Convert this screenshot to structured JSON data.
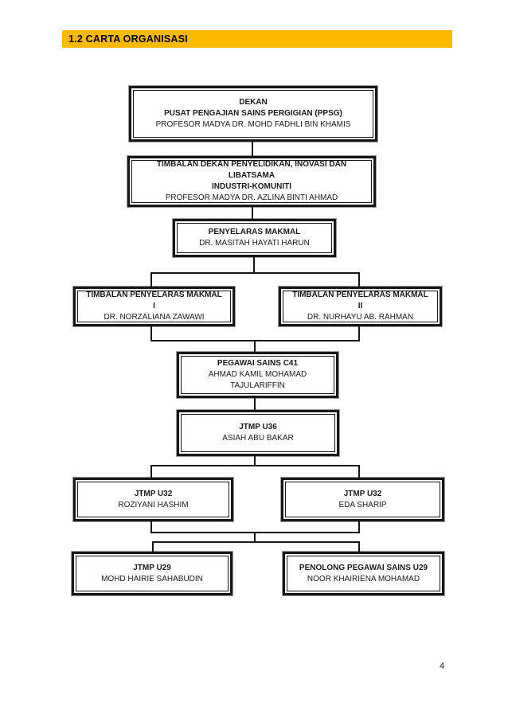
{
  "header": {
    "title": "1.2 CARTA ORGANISASI"
  },
  "page_number": "4",
  "colors": {
    "header_bg": "#FBB900",
    "box_border": "#161616",
    "box_shadow": "#9E9E9E",
    "connector": "#161616",
    "page_bg": "#FFFFFF"
  },
  "chart": {
    "type": "org-chart",
    "nodes": [
      {
        "id": "dekan",
        "title": "DEKAN",
        "title2": "PUSAT PENGAJIAN SAINS PERGIGIAN (PPSG)",
        "name": "PROFESOR MADYA DR. MOHD FADHLI BIN KHAMIS"
      },
      {
        "id": "timbalan-dekan",
        "title": "TIMBALAN DEKAN PENYELIDIKAN, INOVASI DAN LIBATSAMA",
        "title2": "INDUSTRI-KOMUNITI",
        "name": "PROFESOR MADYA DR. AZLINA BINTI AHMAD"
      },
      {
        "id": "penyelaras-makmal",
        "title": "PENYELARAS MAKMAL",
        "name": "DR. MASITAH HAYATI HARUN"
      },
      {
        "id": "timbalan-penyelaras-makmal-1",
        "title": "TIMBALAN PENYELARAS MAKMAL I",
        "name": "DR. NORZALIANA ZAWAWI"
      },
      {
        "id": "timbalan-penyelaras-makmal-2",
        "title": "TIMBALAN PENYELARAS MAKMAL II",
        "name": "DR. NURHAYU AB. RAHMAN"
      },
      {
        "id": "pegawai-sains-c41",
        "title": "PEGAWAI SAINS C41",
        "name": "AHMAD KAMIL MOHAMAD",
        "name2": "TAJULARIFFIN"
      },
      {
        "id": "jtmp-u36",
        "title": "JTMP U36",
        "name": "ASIAH ABU BAKAR"
      },
      {
        "id": "jtmp-u32-1",
        "title": "JTMP U32",
        "name": "ROZIYANI HASHIM"
      },
      {
        "id": "jtmp-u32-2",
        "title": "JTMP U32",
        "name": "EDA SHARIP"
      },
      {
        "id": "jtmp-u29",
        "title": "JTMP U29",
        "name": "MOHD HAIRIE SAHABUDIN"
      },
      {
        "id": "penolong-pegawai-sains-u29",
        "title": "PENOLONG PEGAWAI SAINS U29",
        "name": "NOOR KHAIRIENA MOHAMAD"
      }
    ],
    "edges": [
      [
        "dekan",
        "timbalan-dekan"
      ],
      [
        "timbalan-dekan",
        "penyelaras-makmal"
      ],
      [
        "penyelaras-makmal",
        "timbalan-penyelaras-makmal-1"
      ],
      [
        "penyelaras-makmal",
        "timbalan-penyelaras-makmal-2"
      ],
      [
        "timbalan-penyelaras-makmal-1",
        "pegawai-sains-c41"
      ],
      [
        "timbalan-penyelaras-makmal-2",
        "pegawai-sains-c41"
      ],
      [
        "pegawai-sains-c41",
        "jtmp-u36"
      ],
      [
        "jtmp-u36",
        "jtmp-u32-1"
      ],
      [
        "jtmp-u36",
        "jtmp-u32-2"
      ],
      [
        "jtmp-u32-1",
        "jtmp-u29"
      ],
      [
        "jtmp-u32-1",
        "penolong-pegawai-sains-u29"
      ],
      [
        "jtmp-u32-2",
        "jtmp-u29"
      ],
      [
        "jtmp-u32-2",
        "penolong-pegawai-sains-u29"
      ]
    ]
  }
}
